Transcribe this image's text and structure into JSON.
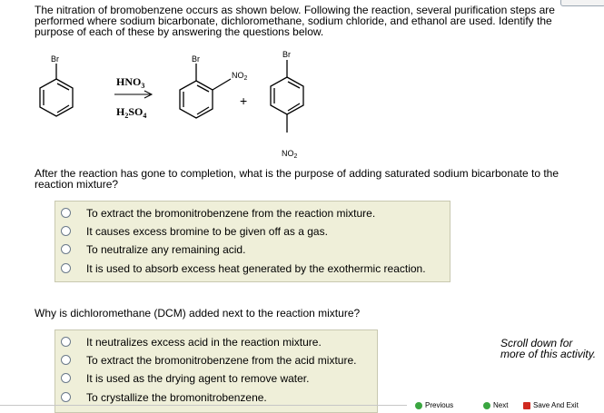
{
  "intro_text": "The nitration of bromobenzene occurs as shown below. Following the reaction, several purification steps are performed where sodium bicarbonate, dichloromethane, sodium chloride, and ethanol are used. Identify the purpose of each of these by answering the questions below.",
  "scheme": {
    "reactant_sub": "Br",
    "reagent_top": "HNO",
    "reagent_top_sub": "3",
    "reagent_bottom": "H",
    "reagent_bottom_sub1": "2",
    "reagent_bottom_mid": "SO",
    "reagent_bottom_sub2": "4",
    "product1_br": "Br",
    "product1_no2": "NO",
    "product1_no2_sub": "2",
    "plus": "+",
    "product2_br": "Br",
    "product2_no2": "NO",
    "product2_no2_sub": "2"
  },
  "question1": {
    "text": "After the reaction has gone to completion, what is the purpose of adding saturated sodium bicarbonate to the reaction mixture?",
    "options": [
      "To extract the bromonitrobenzene from the reaction mixture.",
      "It causes excess bromine to be given off as a gas.",
      "To neutralize any remaining acid.",
      "It is used to absorb excess heat generated by the exothermic reaction."
    ]
  },
  "question2": {
    "text": "Why is dichloromethane (DCM) added next to the reaction mixture?",
    "options": [
      "It neutralizes excess acid in the reaction mixture.",
      "To extract the bromonitrobenzene from the acid mixture.",
      "It is used as the drying agent to remove water.",
      "To crystallize the bromonitrobenzene."
    ]
  },
  "scroll_note": {
    "line1": "Scroll down for",
    "line2": "more of this activity."
  },
  "nav": {
    "previous": "Previous",
    "next": "Next",
    "save_exit": "Save And Exit"
  },
  "colors": {
    "options_bg": "#efefd9",
    "previous_icon": "#3aa640",
    "next_icon": "#3aa640",
    "save_icon": "#d02a20"
  }
}
